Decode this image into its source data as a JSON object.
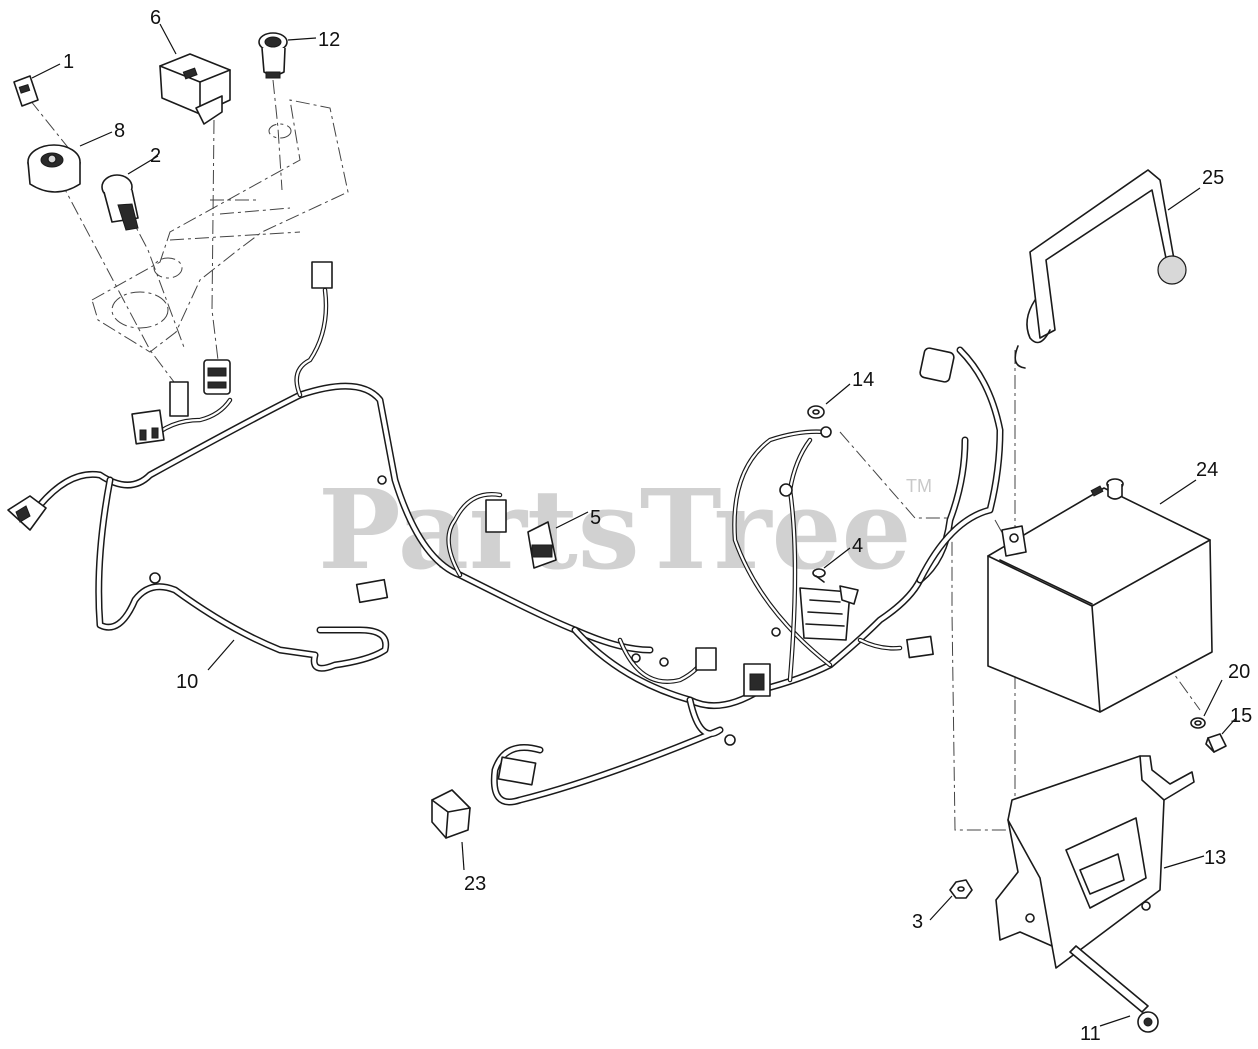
{
  "watermark": {
    "text": "PartsTree",
    "trademark": "TM"
  },
  "callouts": [
    {
      "id": "1",
      "label": "1"
    },
    {
      "id": "2",
      "label": "2"
    },
    {
      "id": "3",
      "label": "3"
    },
    {
      "id": "4",
      "label": "4"
    },
    {
      "id": "5",
      "label": "5"
    },
    {
      "id": "6",
      "label": "6"
    },
    {
      "id": "8",
      "label": "8"
    },
    {
      "id": "10",
      "label": "10"
    },
    {
      "id": "11",
      "label": "11"
    },
    {
      "id": "12",
      "label": "12"
    },
    {
      "id": "13",
      "label": "13"
    },
    {
      "id": "14",
      "label": "14"
    },
    {
      "id": "15",
      "label": "15"
    },
    {
      "id": "20",
      "label": "20"
    },
    {
      "id": "23",
      "label": "23"
    },
    {
      "id": "24",
      "label": "24"
    },
    {
      "id": "25",
      "label": "25"
    }
  ],
  "colors": {
    "line": "#1a1a1a",
    "watermark": "#c9c9c9",
    "background": "#ffffff"
  }
}
